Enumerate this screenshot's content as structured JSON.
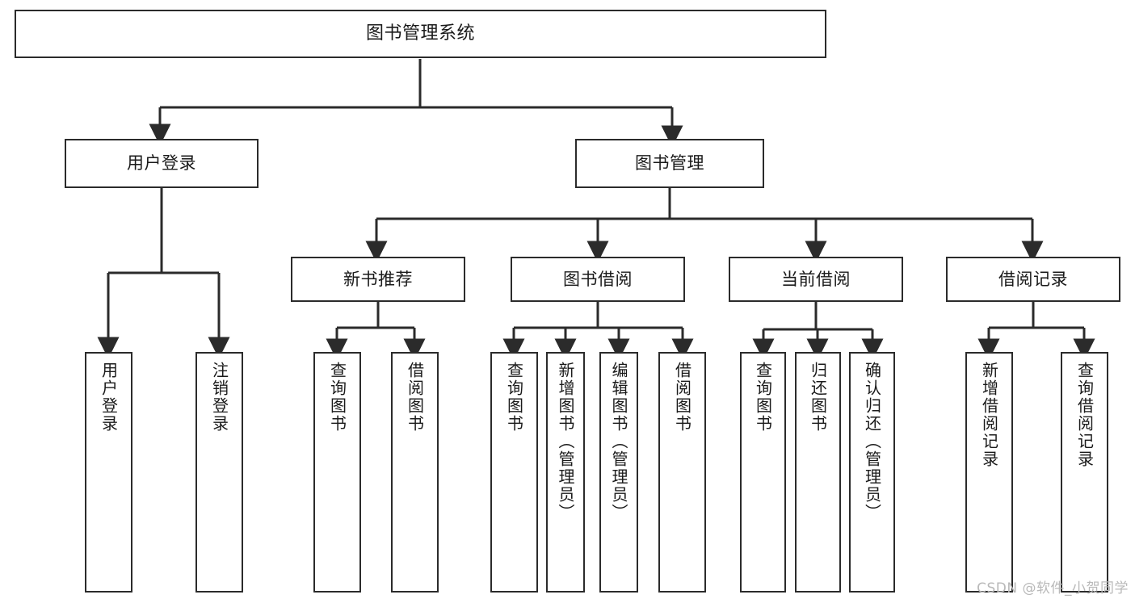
{
  "diagram": {
    "title": "图书管理系统",
    "watermark": "CSDN @软件_小贺同学",
    "colors": {
      "border": "#2b2b2b",
      "text": "#1a1a1a",
      "background": "#ffffff",
      "edge": "#2b2b2b",
      "watermark": "#b9b9b9"
    },
    "nodes": {
      "root": {
        "label": "图书管理系统"
      },
      "user_login": {
        "label": "用户登录"
      },
      "book_manage": {
        "label": "图书管理"
      },
      "new_book_rec": {
        "label": "新书推荐"
      },
      "book_borrow": {
        "label": "图书借阅"
      },
      "current_borrow": {
        "label": "当前借阅"
      },
      "borrow_record": {
        "label": "借阅记录"
      },
      "leaf_user_login": {
        "label": "用户登录"
      },
      "leaf_user_logout": {
        "label": "注销登录"
      },
      "leaf_rec_query_book": {
        "label": "查询图书"
      },
      "leaf_rec_borrow_book": {
        "label": "借阅图书"
      },
      "leaf_borrow_query_book": {
        "label": "查询图书"
      },
      "leaf_borrow_add_book": {
        "label": "新增图书（管理员）"
      },
      "leaf_borrow_edit_book": {
        "label": "编辑图书（管理员）"
      },
      "leaf_borrow_borrow_book": {
        "label": "借阅图书"
      },
      "leaf_current_query_book": {
        "label": "查询图书"
      },
      "leaf_current_return_book": {
        "label": "归还图书"
      },
      "leaf_current_confirm_return": {
        "label": "确认归还（管理员）"
      },
      "leaf_record_add": {
        "label": "新增借阅记录"
      },
      "leaf_record_query": {
        "label": "查询借阅记录"
      }
    }
  }
}
